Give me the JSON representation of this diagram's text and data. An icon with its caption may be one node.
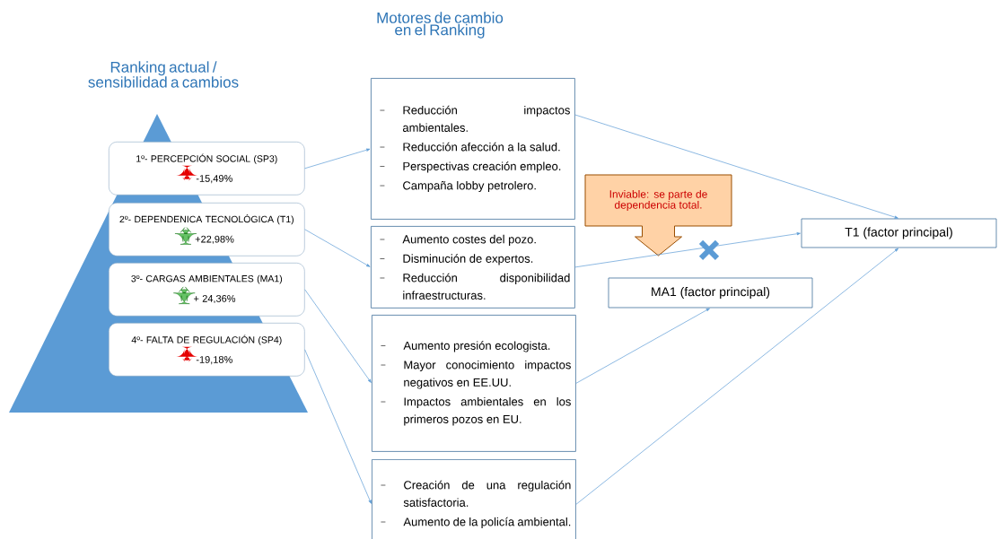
{
  "diagram": {
    "nodes": [
      {
        "text": [
          "1º- PERCEPCIÓN SOCIAL (SP3)",
          "-15,49%"
        ]
      },
      {
        "text": [
          "2º- DEPENDENICA TECNOLÓGICA (T1)",
          "+22,98%"
        ]
      },
      {
        "text": [
          "3º- CARGAS AMBIENTALES (MA1)",
          "+ 24,36%"
        ]
      },
      {
        "text": [
          "4º- FALTA DE REGULACIÓN (SP4)",
          "-19,18%"
        ]
      },
      {
        "text": [
          "Reducción impactos ambientales.",
          "Reducción afección a la salud.",
          "Perspectivas creación empleo.",
          "Campaña lobby petrolero."
        ]
      },
      {
        "text": [
          "Aumento costes del pozo.",
          "Disminución de expertos.",
          "Reducción disponibilidad infraestructuras."
        ]
      },
      {
        "text": [
          "Aumento presión ecologista.",
          "Mayor conocimiento impactos negativos en EE.UU.",
          "Impactos ambientales en los primeros pozos en EU."
        ]
      },
      {
        "text": [
          "Creación de una regulación satisfactoria.",
          "Aumento de la policía ambiental."
        ]
      },
      {
        "text": [
          "Inviable: se parte de dependencia total."
        ]
      },
      {
        "text": [
          "T1 (factor principal)"
        ]
      },
      {
        "text": [
          "MA1 (factor principal)"
        ]
      }
    ],
    "edges": [
      {
        "from": 0,
        "to": 4,
        "arrow": "to"
      },
      {
        "from": 1,
        "to": 5,
        "arrow": "to"
      },
      {
        "from": 2,
        "to": 6,
        "arrow": "to"
      },
      {
        "from": 3,
        "to": 7,
        "arrow": "to"
      },
      {
        "from": 4,
        "to": 9,
        "arrow": "to"
      },
      {
        "from": 5,
        "to": 9,
        "arrow": "to"
      },
      {
        "from": 6,
        "to": 10,
        "arrow": "to"
      },
      {
        "from": 7,
        "to": 9,
        "arrow": "to"
      }
    ],
    "labels": [
      "Motores de cambio en el Ranking",
      "Ranking actual / sensibilidad a cambios"
    ]
  }
}
